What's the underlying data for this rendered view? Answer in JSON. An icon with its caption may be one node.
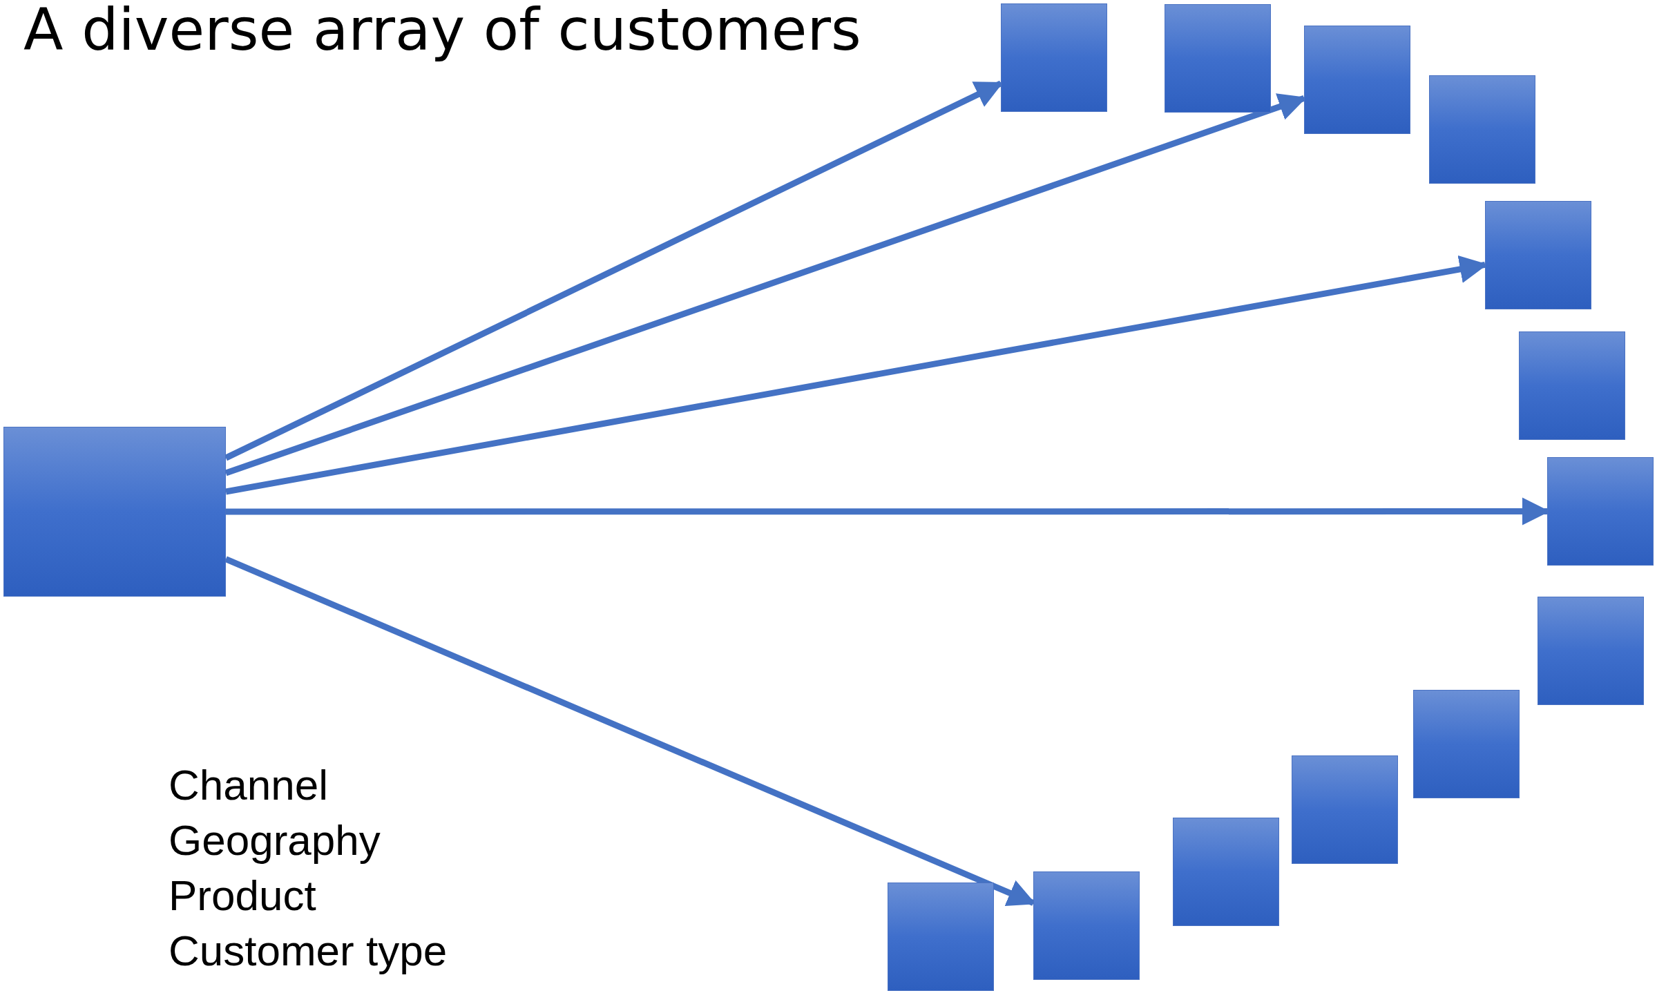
{
  "diagram": {
    "title": "A diverse array of customers",
    "nodes": [
      {
        "text": [],
        "shape": "box"
      },
      {
        "text": [],
        "shape": "box"
      },
      {
        "text": [],
        "shape": "box"
      },
      {
        "text": [],
        "shape": "box"
      },
      {
        "text": [],
        "shape": "box"
      },
      {
        "text": [],
        "shape": "box"
      },
      {
        "text": [],
        "shape": "box"
      },
      {
        "text": [],
        "shape": "box"
      },
      {
        "text": [],
        "shape": "box"
      },
      {
        "text": [],
        "shape": "box"
      },
      {
        "text": [],
        "shape": "box"
      },
      {
        "text": [],
        "shape": "box"
      },
      {
        "text": [],
        "shape": "box"
      },
      {
        "text": [],
        "shape": "box"
      }
    ],
    "edges": [
      {
        "from": 0,
        "to": 1,
        "arrow": "to"
      },
      {
        "from": 0,
        "to": 3,
        "arrow": "to"
      },
      {
        "from": 0,
        "to": 5,
        "arrow": "to"
      },
      {
        "from": 0,
        "to": 7,
        "arrow": "to"
      },
      {
        "from": 0,
        "to": 12,
        "arrow": "to"
      }
    ],
    "labels": [
      "Channel",
      "Geography",
      "Product",
      "Customer type"
    ]
  }
}
